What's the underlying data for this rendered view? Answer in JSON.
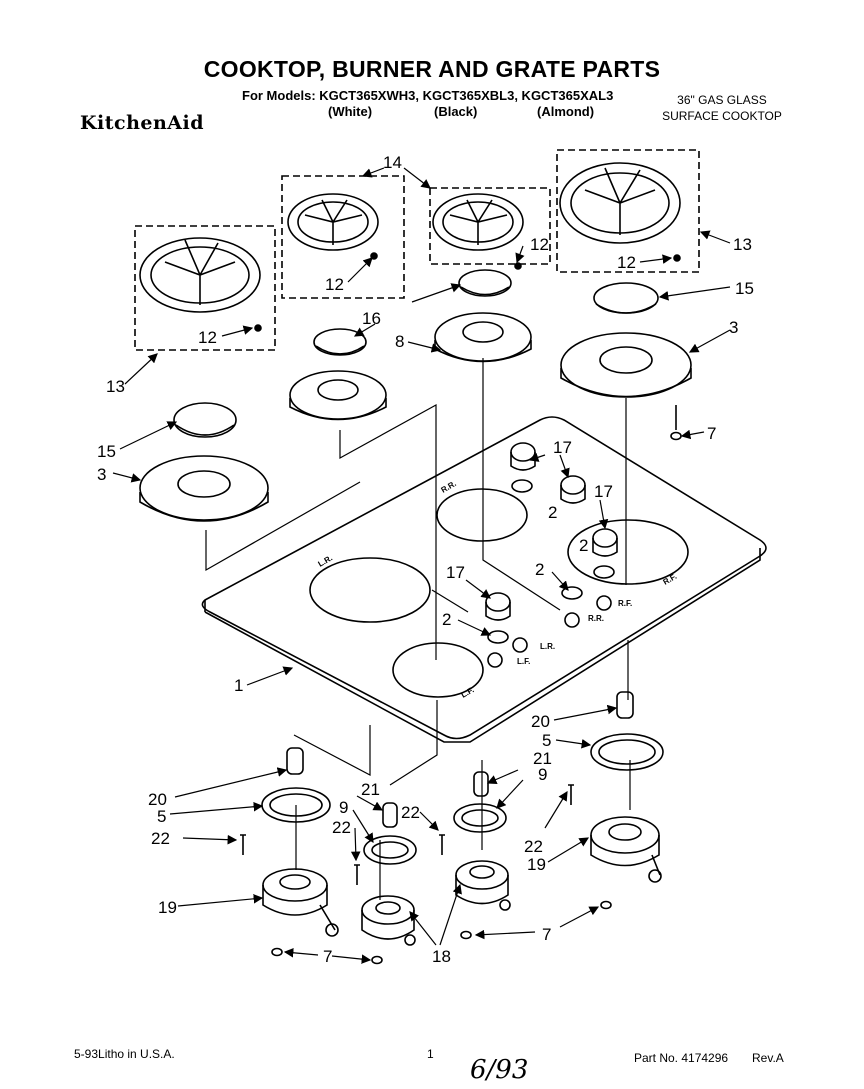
{
  "header": {
    "title": "COOKTOP, BURNER AND GRATE PARTS",
    "models_line": "For Models: KGCT365XWH3, KGCT365XBL3, KGCT365XAL3",
    "color_white": "(White)",
    "color_black": "(Black)",
    "color_almond": "(Almond)",
    "brand": "KitchenAid",
    "product_type_line1": "36\" GAS GLASS",
    "product_type_line2": "SURFACE COOKTOP"
  },
  "callouts": {
    "c1": "1",
    "c2": "2",
    "c3": "3",
    "c5": "5",
    "c7": "7",
    "c8": "8",
    "c9": "9",
    "c12": "12",
    "c13": "13",
    "c14": "14",
    "c15": "15",
    "c16": "16",
    "c17": "17",
    "c18": "18",
    "c19": "19",
    "c20": "20",
    "c21": "21",
    "c22": "22"
  },
  "burner_marks": {
    "lr": "L.R.",
    "rr": "R.R.",
    "lf": "L.F.",
    "rf": "R.F."
  },
  "footer": {
    "litho": "5-93Litho in U.S.A.",
    "page": "1",
    "part_no": "Part No. 4174296",
    "rev": "Rev.A",
    "handwritten": "6/93"
  }
}
